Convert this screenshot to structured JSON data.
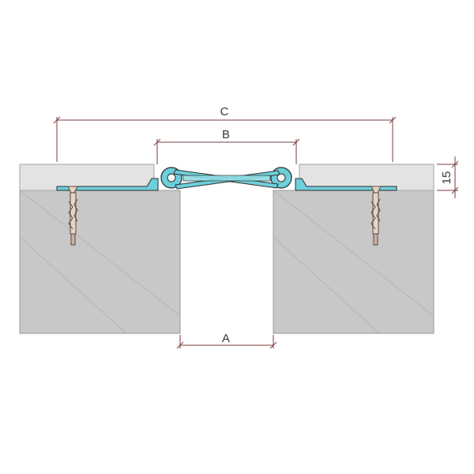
{
  "dimensions": {
    "A": "A",
    "B": "B",
    "C": "C",
    "thickness": "15"
  },
  "colors": {
    "background": "#ffffff",
    "slab": "#c8c8c8",
    "slab_edge": "#9a9a9a",
    "screed": "#e3e3e3",
    "profile": "#6ccfd9",
    "profile_edge": "#2d2d2d",
    "dimension_line": "#7a3e3e",
    "anchor": "#e7d3c7"
  },
  "icons": {
    "anchor_left": "anchor-bolt-icon",
    "anchor_right": "anchor-bolt-icon"
  }
}
